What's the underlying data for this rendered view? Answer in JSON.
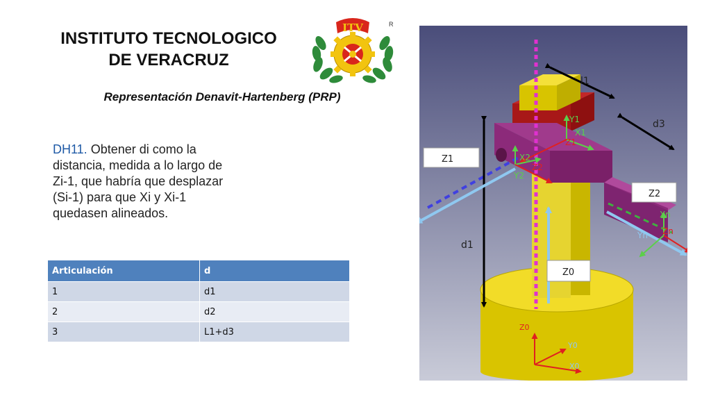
{
  "header": {
    "title_line1": "INSTITUTO TECNOLOGICO",
    "title_line2": "DE VERACRUZ",
    "subtitle": "Representación Denavit-Hartenberg (PRP)"
  },
  "logo": {
    "text": "ITV",
    "registered": "R"
  },
  "body": {
    "lead": "DH11.",
    "text": " Obtener di como la distancia, medida a lo largo de Zi-1, que habría que desplazar (Si-1) para que Xi y Xi-1 quedasen alineados."
  },
  "table": {
    "headers": [
      "Articulación",
      "d"
    ],
    "rows": [
      [
        "1",
        "d1"
      ],
      [
        "2",
        "d2"
      ],
      [
        "3",
        "L1+d3"
      ]
    ]
  },
  "diagram": {
    "labels": {
      "l1": "l1",
      "d3": "d3",
      "d1": "d1",
      "z1_box": "Z1",
      "z2_box": "Z2",
      "z0_box": "Z0",
      "y1": "Y1",
      "x1": "X1",
      "z1": "Z1",
      "x2": "X2",
      "z2": "Z2",
      "y2": "Y2",
      "xn": "Xn",
      "zn": "Zn",
      "yn": "Yn",
      "z0": "Z0",
      "y0": "Y0",
      "x0": "X0"
    }
  }
}
